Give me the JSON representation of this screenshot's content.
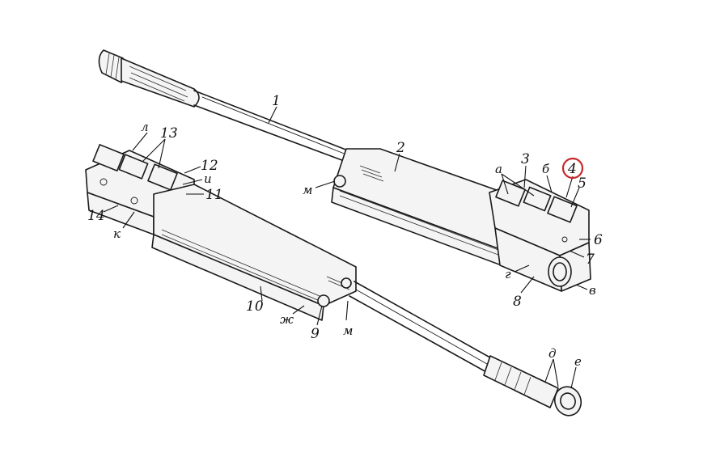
{
  "figure": {
    "labels": {
      "l1": "1",
      "l2": "2",
      "l3": "3",
      "l4": "4",
      "l5": "5",
      "l6": "6",
      "l7": "7",
      "l8": "8",
      "l9": "9",
      "l10": "10",
      "l11": "11",
      "l12": "12",
      "l13": "13",
      "l14": "14",
      "a": "а",
      "b": "б",
      "v": "в",
      "g": "г",
      "d": "д",
      "e": "е",
      "zh": "ж",
      "i": "и",
      "k": "к",
      "l": "л",
      "m_top": "м",
      "m_bottom": "м"
    },
    "highlight": {
      "label": "4",
      "color": "#c62828"
    }
  }
}
